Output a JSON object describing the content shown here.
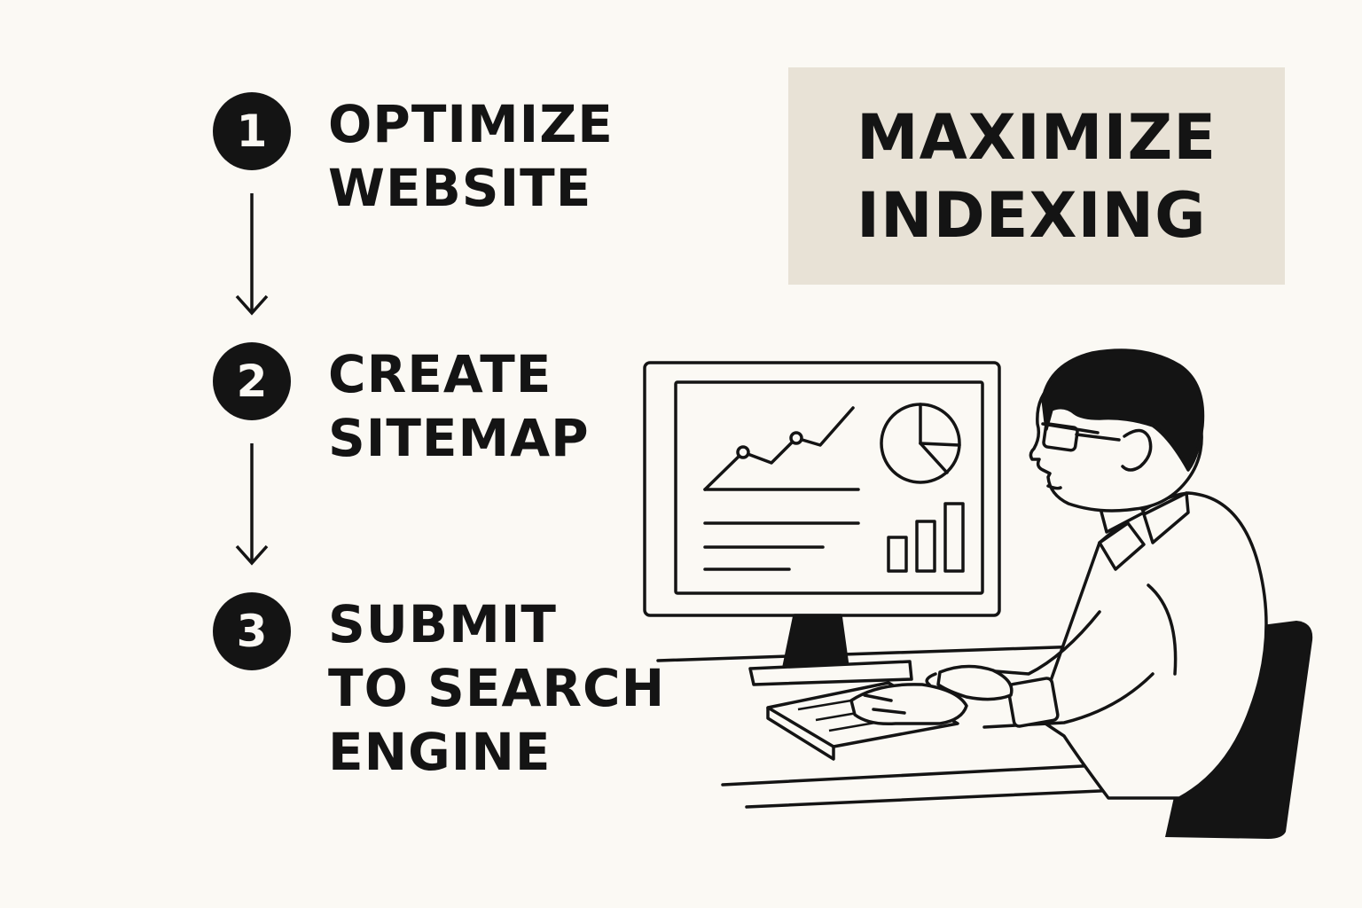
{
  "steps": [
    {
      "number": "1",
      "text": "OPTIMIZE\nWEBSITE"
    },
    {
      "number": "2",
      "text": "CREATE\nSITEMAP"
    },
    {
      "number": "3",
      "text": "SUBMIT\nTO SEARCH\nENGINE"
    }
  ],
  "title": "MAXIMIZE\nINDEXING",
  "colors": {
    "background": "#fbf9f4",
    "ink": "#141414",
    "title_box": "#e8e2d6"
  },
  "illustration": {
    "subject": "person-at-computer",
    "screen_content": [
      "line-chart",
      "pie-chart",
      "bar-chart",
      "text-lines"
    ]
  }
}
